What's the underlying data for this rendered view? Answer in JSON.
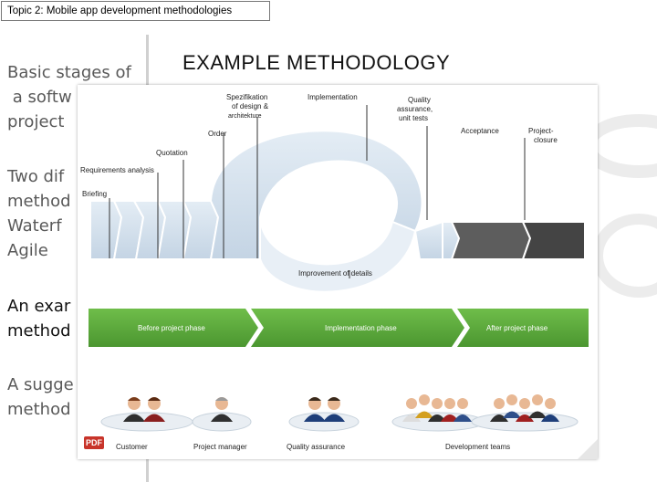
{
  "topic": "Topic 2: Mobile app development methodologies",
  "heading": "EXAMPLE METHODOLOGY",
  "bullets": [
    {
      "line1": "Basic stages of",
      "line2": " a softw",
      "line3": "project"
    },
    {
      "line1": "Two dif",
      "line2": "method",
      "line3": "Waterf",
      "line4": "Agile"
    },
    {
      "line1": "An exar",
      "line2": "method"
    },
    {
      "line1": "A sugge",
      "line2": "method"
    }
  ],
  "diagram": {
    "stages": {
      "specification": [
        "Spezifikation",
        "of design &",
        "architekture"
      ],
      "implementation": "Implementation",
      "quality": [
        "Quality",
        "assurance,",
        "unit tests"
      ],
      "acceptance": "Acceptance",
      "closure": [
        "Project-",
        "closure"
      ],
      "order": "Order",
      "quotation": "Quotation",
      "requirements": "Requirements analysis",
      "briefing": "Briefing",
      "improvement": "Improvement of details"
    },
    "phases": [
      "Before project phase",
      "Implementation phase",
      "After project phase"
    ],
    "roles": [
      "Customer",
      "Project manager",
      "Quality assurance",
      "Development teams"
    ],
    "pdf_label": "PDF"
  },
  "colors": {
    "accent_green": "#5aa63b",
    "flow_blue": "#d6e3ef",
    "flow_dark": "#555555"
  }
}
